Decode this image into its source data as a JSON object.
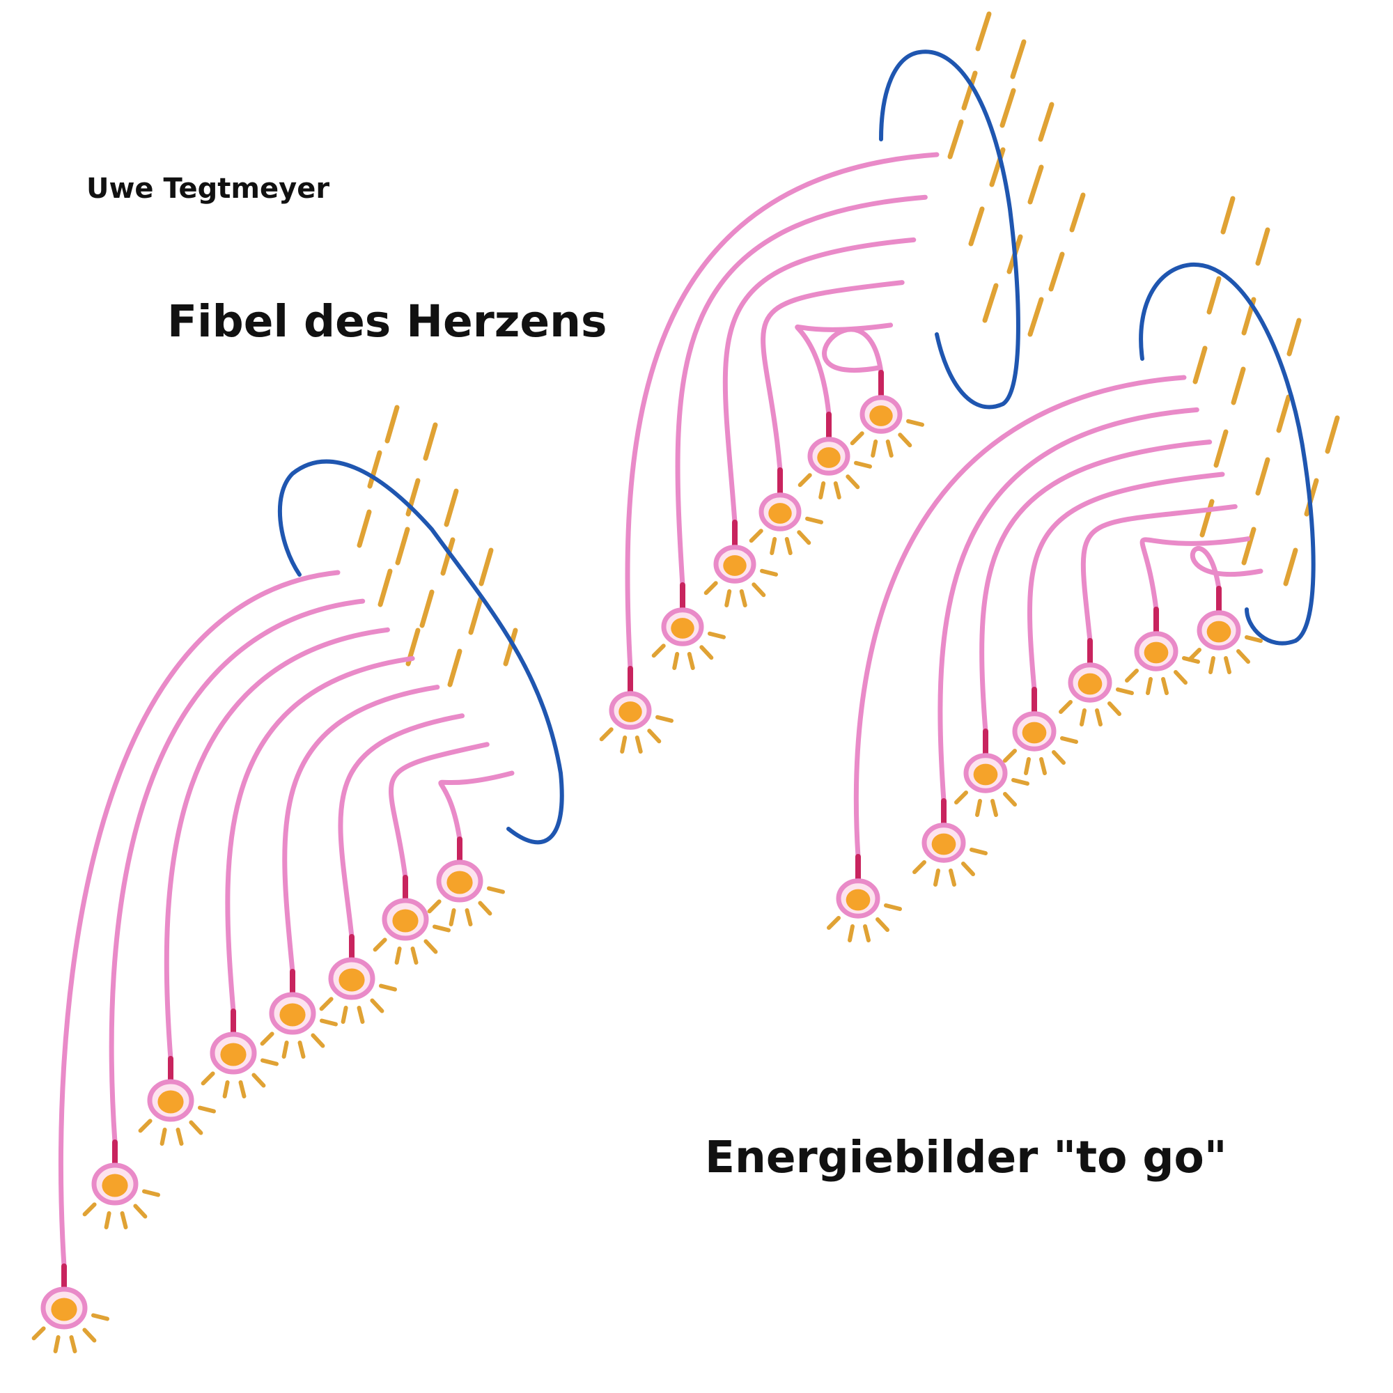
{
  "cover": {
    "author": "Uwe Tegtmeyer",
    "title": "Fibel des Herzens",
    "subtitle": "Energiebilder \"to go\""
  },
  "colors": {
    "background": "#ffffff",
    "fiber_pink": "#e98ac8",
    "node_core_orange": "#f5a32a",
    "node_stem_magenta": "#c8245e",
    "rays_ochre": "#e0a234",
    "loop_blue": "#1f56b0",
    "text": "#111111"
  },
  "icons": [
    "heart-energy-fan-icon",
    "blue-loop-icon",
    "radiating-node-icon"
  ]
}
